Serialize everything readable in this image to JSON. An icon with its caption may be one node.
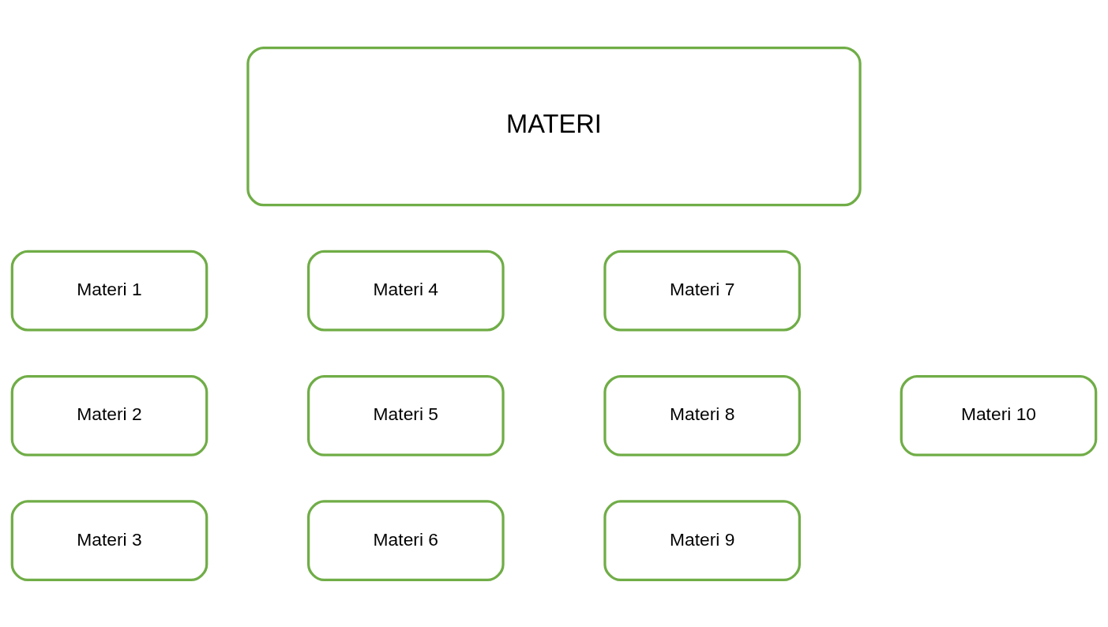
{
  "diagram": {
    "nodes": [
      {
        "text": [
          "MATERI"
        ]
      },
      {
        "text": [
          "Materi 1"
        ]
      },
      {
        "text": [
          "Materi 2"
        ]
      },
      {
        "text": [
          "Materi 3"
        ]
      },
      {
        "text": [
          "Materi 4"
        ]
      },
      {
        "text": [
          "Materi 5"
        ]
      },
      {
        "text": [
          "Materi 6"
        ]
      },
      {
        "text": [
          "Materi 7"
        ]
      },
      {
        "text": [
          "Materi 8"
        ]
      },
      {
        "text": [
          "Materi 9"
        ]
      },
      {
        "text": [
          "Materi 10"
        ]
      }
    ]
  }
}
